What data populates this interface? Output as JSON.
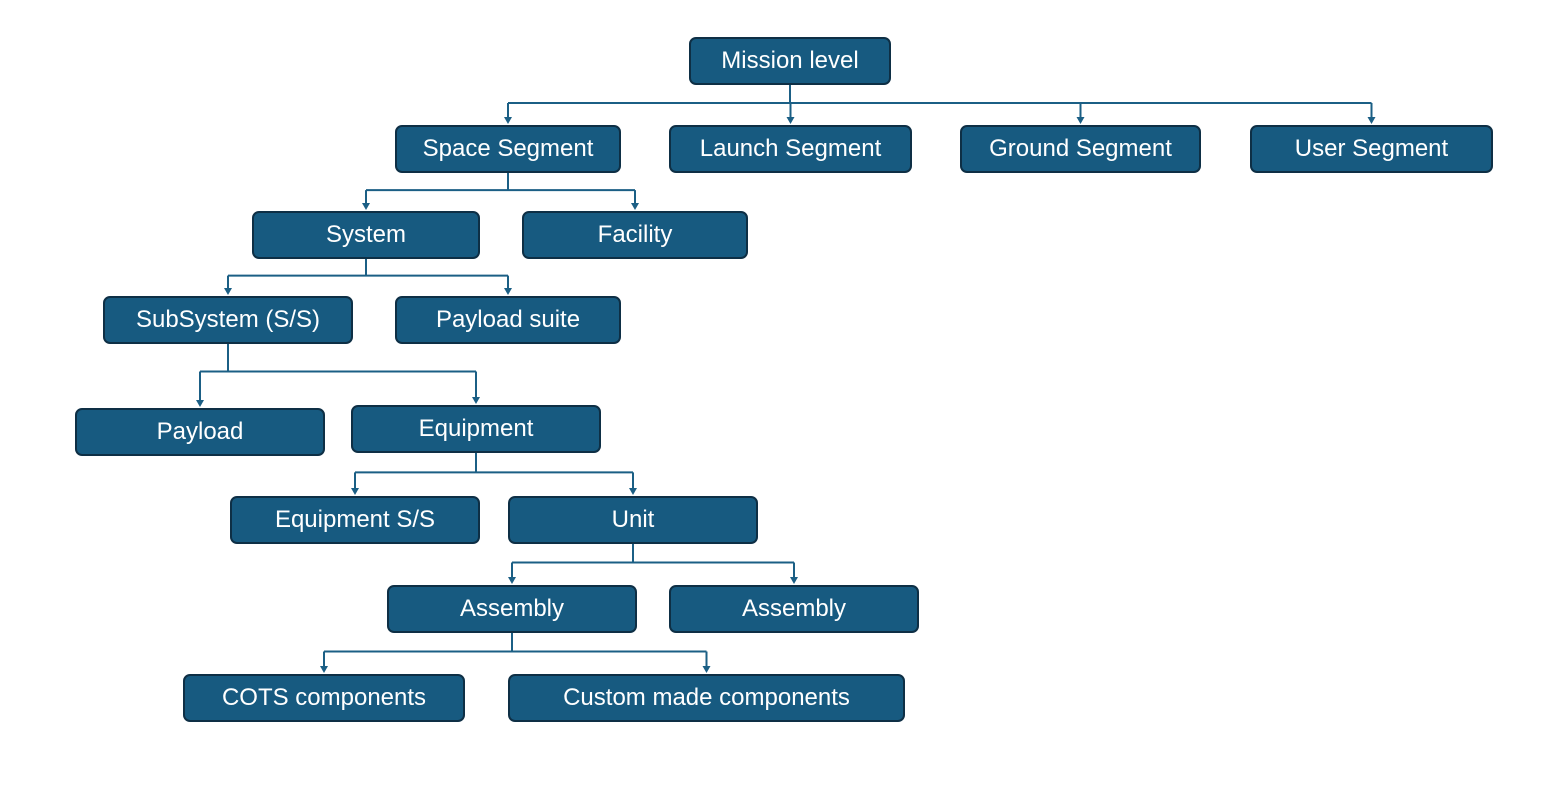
{
  "diagram": {
    "colors": {
      "node_fill": "#175a80",
      "node_border": "#0e2f45",
      "connector": "#1b5f85",
      "text": "#ffffff"
    },
    "nodes": {
      "mission_level": "Mission level",
      "space_segment": "Space Segment",
      "launch_segment": "Launch Segment",
      "ground_segment": "Ground Segment",
      "user_segment": "User Segment",
      "system": "System",
      "facility": "Facility",
      "subsystem": "SubSystem (S/S)",
      "payload_suite": "Payload suite",
      "payload": "Payload",
      "equipment": "Equipment",
      "equipment_ss": "Equipment S/S",
      "unit": "Unit",
      "assembly_1": "Assembly",
      "assembly_2": "Assembly",
      "cots_components": "COTS components",
      "custom_components": "Custom made components"
    },
    "edges": [
      [
        "mission_level",
        "space_segment"
      ],
      [
        "mission_level",
        "launch_segment"
      ],
      [
        "mission_level",
        "ground_segment"
      ],
      [
        "mission_level",
        "user_segment"
      ],
      [
        "space_segment",
        "system"
      ],
      [
        "space_segment",
        "facility"
      ],
      [
        "system",
        "subsystem"
      ],
      [
        "system",
        "payload_suite"
      ],
      [
        "subsystem",
        "payload"
      ],
      [
        "subsystem",
        "equipment"
      ],
      [
        "equipment",
        "equipment_ss"
      ],
      [
        "equipment",
        "unit"
      ],
      [
        "unit",
        "assembly_1"
      ],
      [
        "unit",
        "assembly_2"
      ],
      [
        "assembly_1",
        "cots_components"
      ],
      [
        "assembly_1",
        "custom_components"
      ]
    ]
  }
}
